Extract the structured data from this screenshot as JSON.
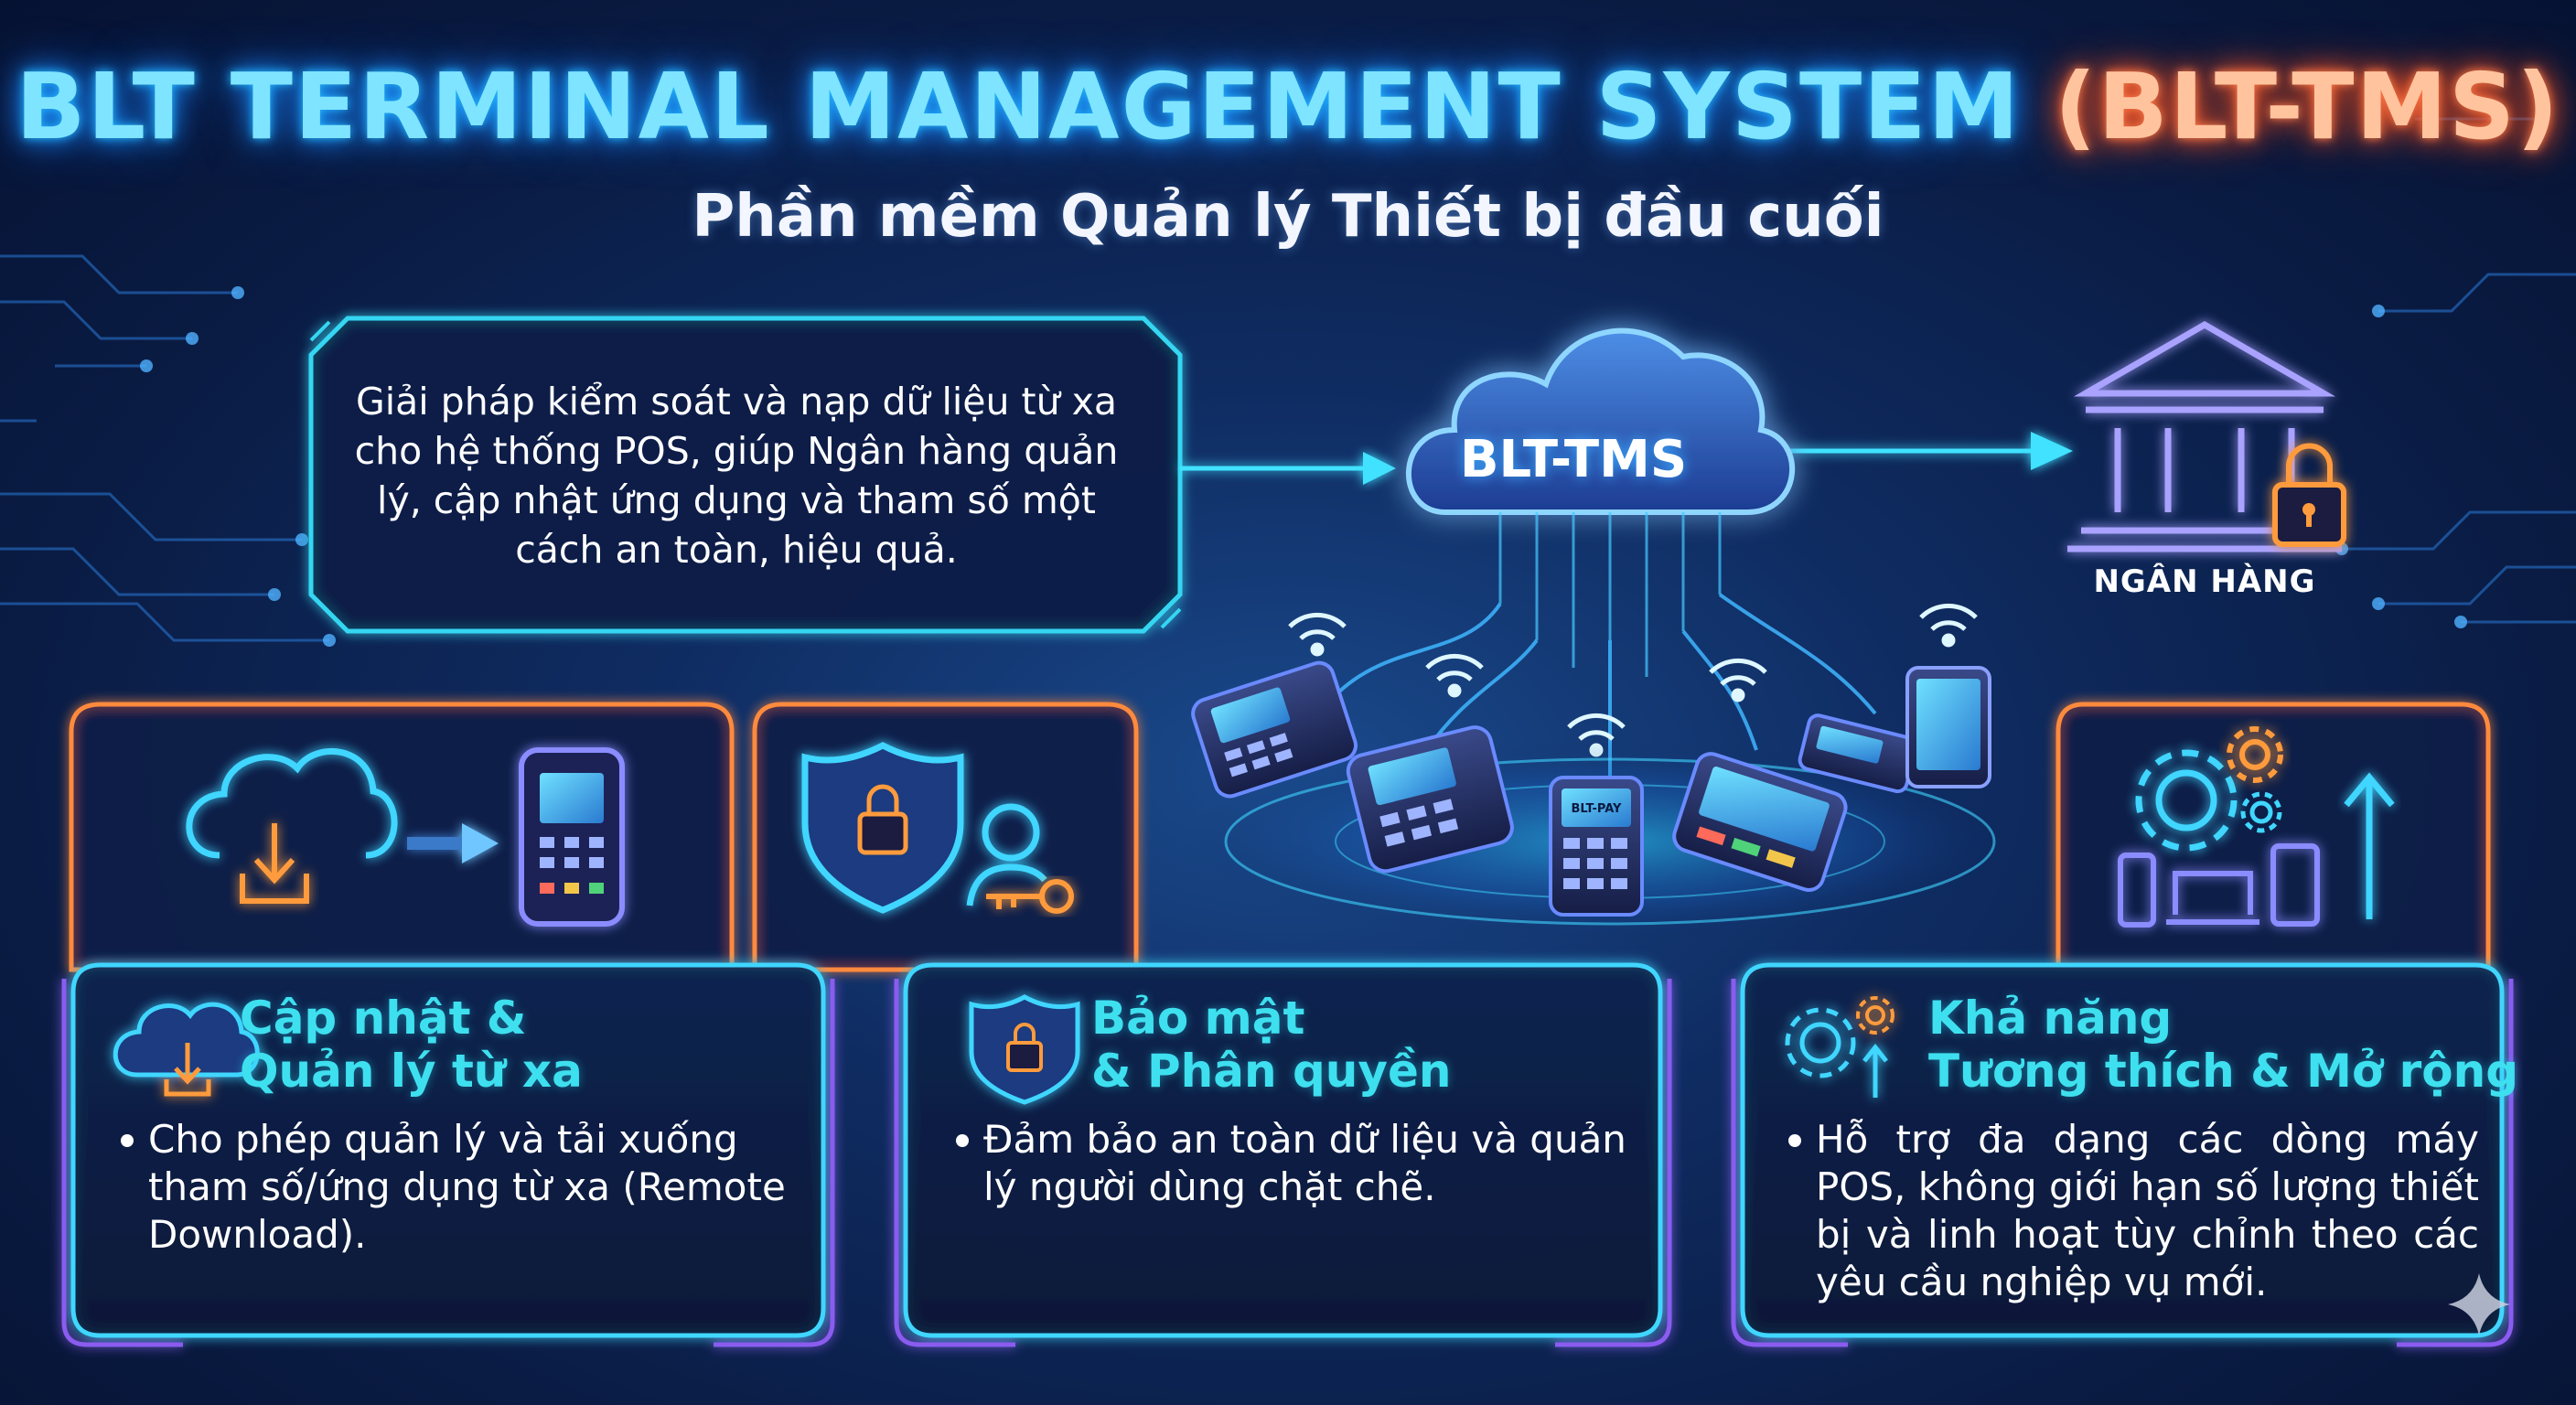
{
  "header": {
    "title_main": "BLT TERMINAL MANAGEMENT SYSTEM ",
    "title_accent": "(BLT-TMS)",
    "subtitle": "Phần mềm Quản lý Thiết bị đầu cuối"
  },
  "intro": {
    "text": "Giải pháp kiểm soát và nạp dữ liệu từ xa cho hệ thống POS, giúp Ngân hàng quản lý, cập nhật ứng dụng và tham số một cách an toàn, hiệu quả."
  },
  "cloud": {
    "label": "BLT-TMS"
  },
  "bank": {
    "label": "NGÂN HÀNG"
  },
  "devices": {
    "pos_screen_label": "BLT-PAY"
  },
  "features": [
    {
      "title_line1": "Cập nhật &",
      "title_line2": "Quản lý từ xa",
      "body": "Cho phép quản lý và tải xuống tham số/ứng dụng từ xa (Remote Download).",
      "icon": "cloud-download-icon"
    },
    {
      "title_line1": "Bảo mật",
      "title_line2": "& Phân quyền",
      "body": "Đảm bảo an toàn dữ liệu và quản lý người dùng chặt chẽ.",
      "icon": "shield-lock-icon"
    },
    {
      "title_line1": "Khả năng",
      "title_line2": "Tương thích & Mở rộng",
      "body": "Hỗ trợ đa dạng các dòng máy POS, không giới hạn số lượng thiết bị và linh hoạt tùy chỉnh theo các yêu cầu nghiệp vụ mới.",
      "icon": "gears-upgrade-icon"
    }
  ],
  "colors": {
    "background": "#0a1c44",
    "cyan_glow": "#3ee0ef",
    "orange_border": "#ff8a3d",
    "purple_border": "#8a5cf0"
  }
}
